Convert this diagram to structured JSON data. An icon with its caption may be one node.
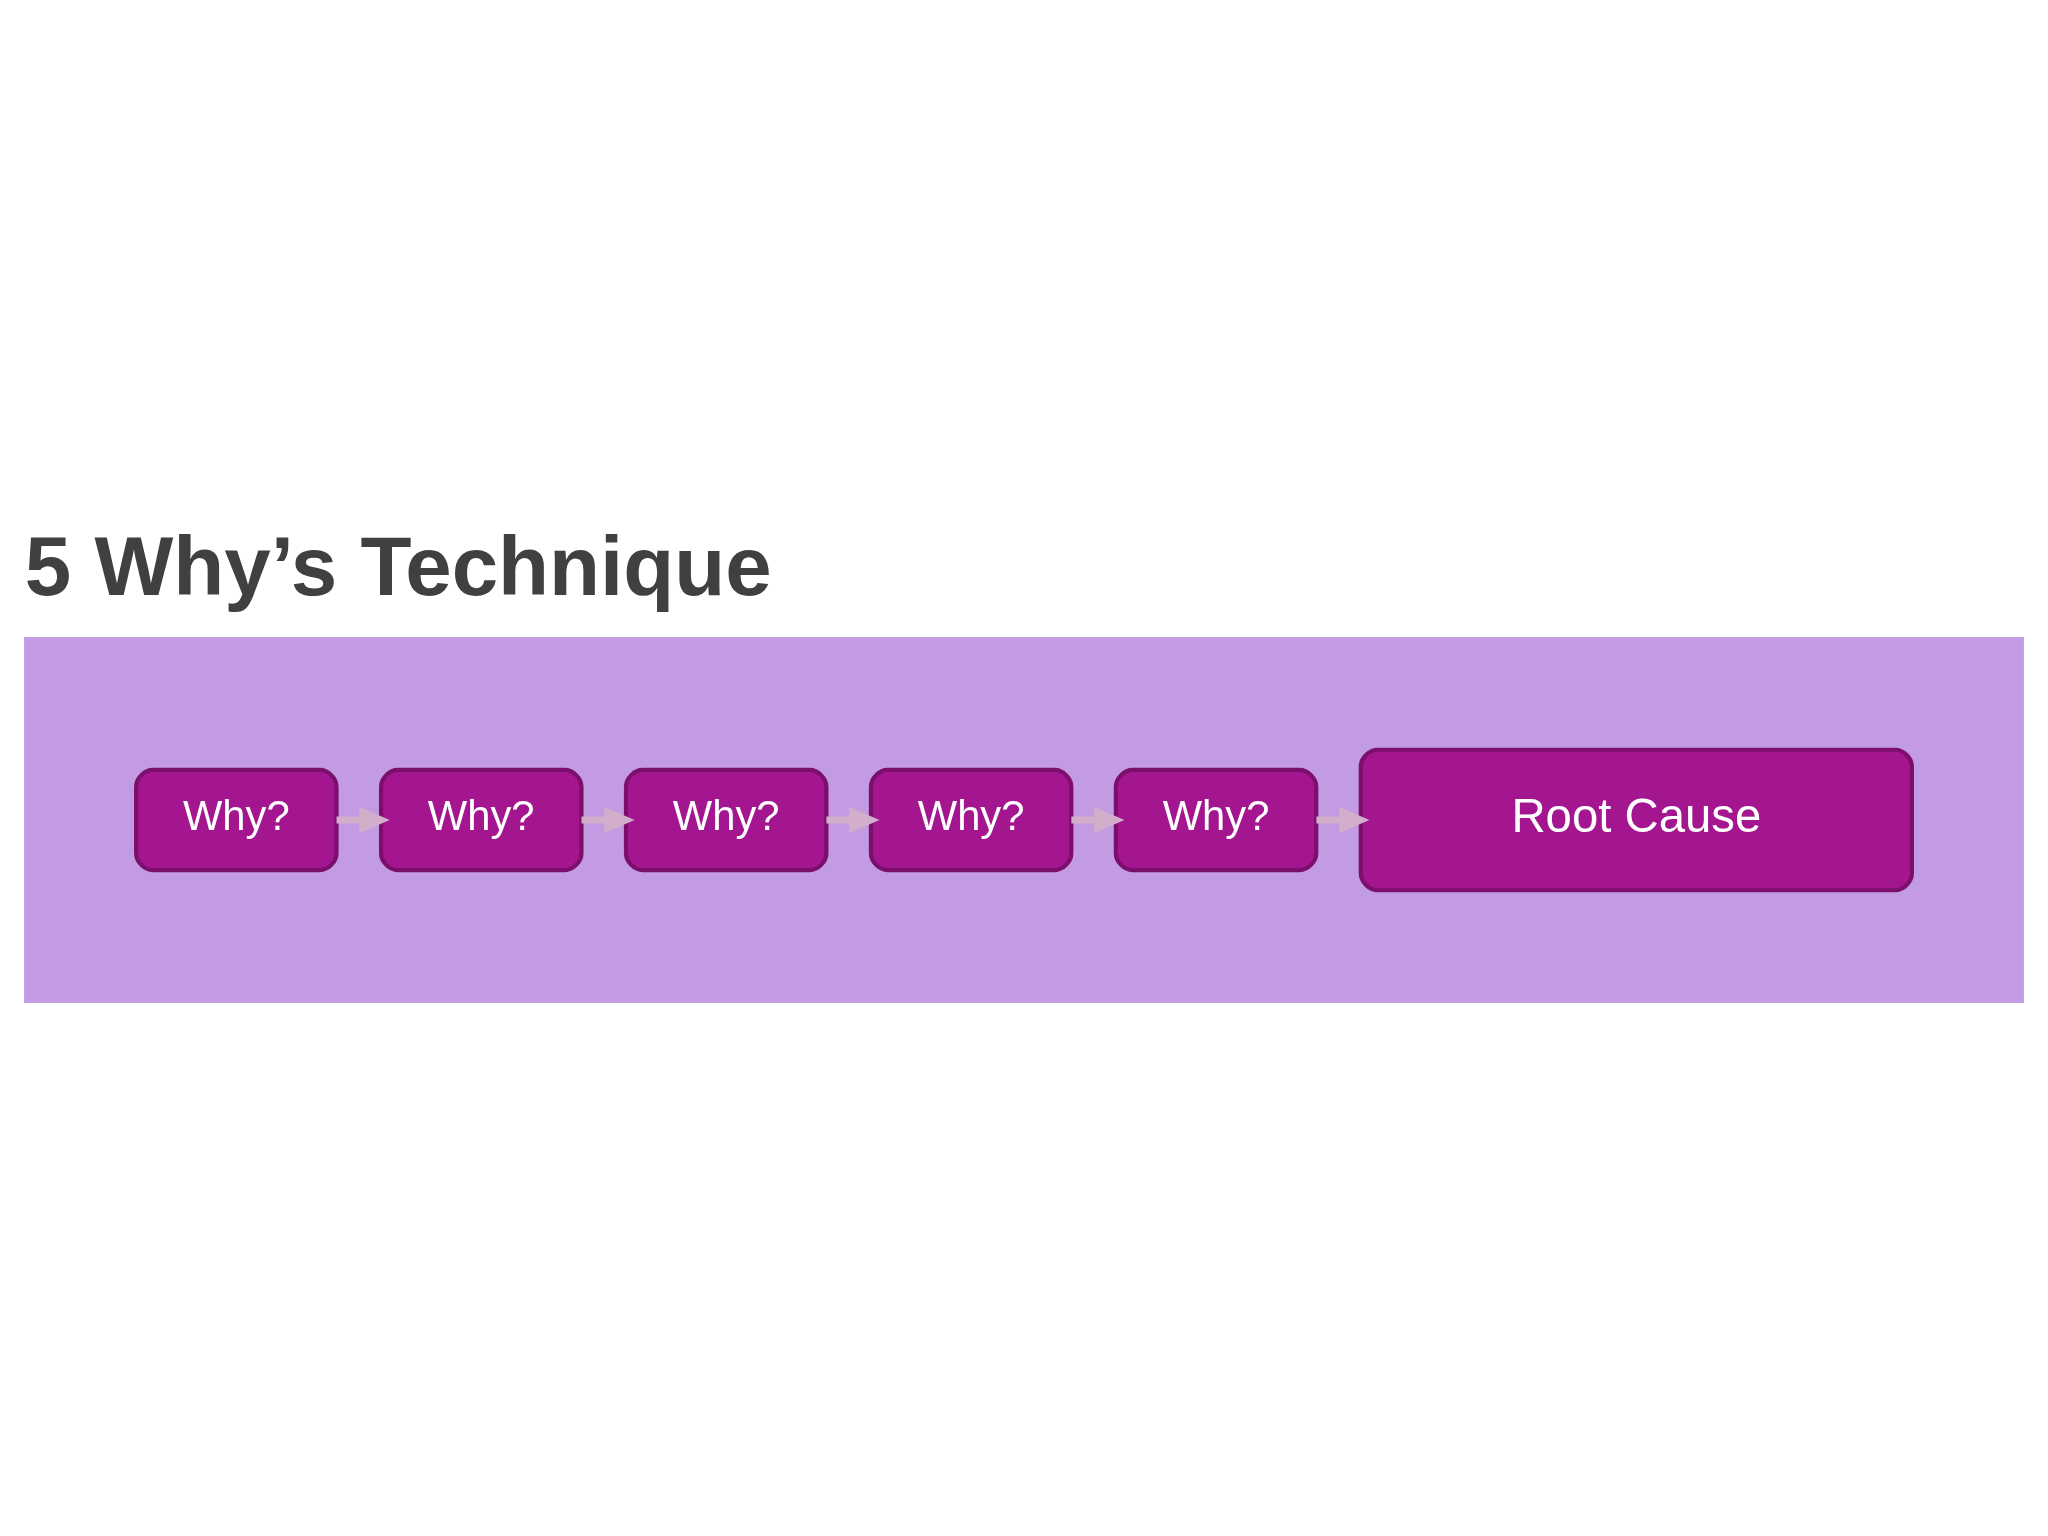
{
  "diagram": {
    "title": "5 Why’s Technique",
    "nodes": [
      {
        "text": [],
        "shape": "box"
      },
      {
        "text": [
          "Why?"
        ],
        "in": 0
      },
      {
        "text": [
          "Why?"
        ],
        "in": 0
      },
      {
        "text": [
          "Why?"
        ],
        "in": 0
      },
      {
        "text": [
          "Why?"
        ],
        "in": 0
      },
      {
        "text": [
          "Why?"
        ],
        "in": 0
      },
      {
        "text": [
          "Root Cause"
        ],
        "in": 0
      }
    ],
    "edges": [
      {
        "from": 1,
        "to": 2,
        "arrow": "to"
      },
      {
        "from": 2,
        "to": 3,
        "arrow": "to"
      },
      {
        "from": 3,
        "to": 4,
        "arrow": "to"
      },
      {
        "from": 4,
        "to": 5,
        "arrow": "to"
      },
      {
        "from": 5,
        "to": 6,
        "arrow": "to"
      }
    ]
  }
}
